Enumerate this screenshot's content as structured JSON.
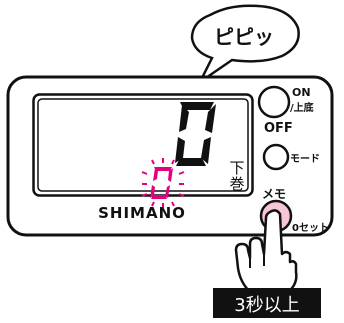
{
  "bubble": {
    "text": "ピピッ"
  },
  "display": {
    "main_digit": "0",
    "sub_digit": "0",
    "vertical_label": "下巻"
  },
  "buttons": {
    "on_label": "ON",
    "on_sub_label": "/上底",
    "off_label": "OFF",
    "mode_label": "モード",
    "memo_label": "メモ",
    "reset_label": "0セット"
  },
  "brand": {
    "name": "SHIMANO"
  },
  "caption": {
    "text": "3秒以上"
  },
  "colors": {
    "blink_pink": "#e4007f",
    "memo_button_fill": "#f7c6d6",
    "outline": "#111111"
  },
  "icons": [
    "speech-bubble-icon",
    "hand-pointer-icon"
  ]
}
